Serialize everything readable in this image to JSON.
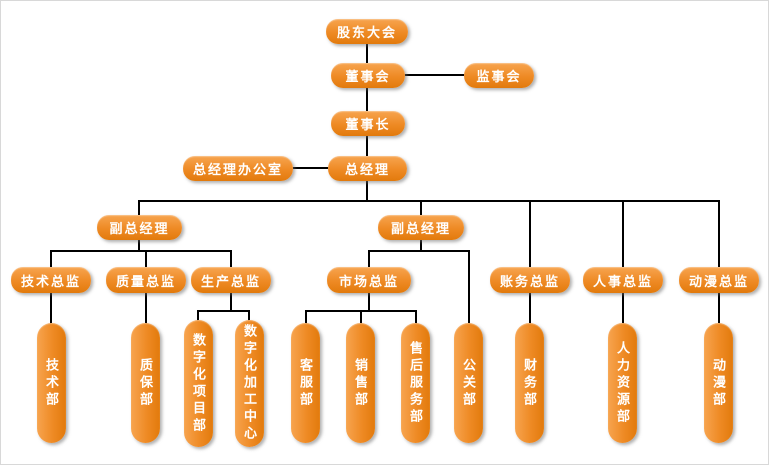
{
  "diagram_type": "org-chart",
  "colors": {
    "node_fill": "#ee8a24",
    "line": "#000000",
    "text": "#ffffff",
    "background": "#ffffff"
  },
  "nodes": {
    "shareholders": "股东大会",
    "board": "董事会",
    "supervisory": "监事会",
    "chairman": "董事长",
    "gm_office": "总经理办公室",
    "gm": "总经理",
    "deputy_gm_left": "副总经理",
    "deputy_gm_mid": "副总经理",
    "tech_director": "技术总监",
    "quality_director": "质量总监",
    "production_director": "生产总监",
    "market_director": "市场总监",
    "accounting_director": "账务总监",
    "hr_director": "人事总监",
    "animation_director": "动漫总监",
    "tech_dept": "技术部",
    "qa_dept": "质保部",
    "digital_project_dept": "数字化项目部",
    "digital_processing_center": "数字化加工中心",
    "customer_service_dept": "客服部",
    "sales_dept": "销售部",
    "after_sales_dept": "售后服务部",
    "pr_dept": "公关部",
    "finance_dept": "财务部",
    "hr_dept": "人力资源部",
    "animation_dept": "动漫部"
  },
  "edges": [
    [
      "shareholders",
      "board"
    ],
    [
      "board",
      "supervisory"
    ],
    [
      "board",
      "chairman"
    ],
    [
      "chairman",
      "gm"
    ],
    [
      "gm",
      "gm_office"
    ],
    [
      "gm",
      "deputy_gm_left"
    ],
    [
      "gm",
      "deputy_gm_mid"
    ],
    [
      "gm",
      "accounting_director"
    ],
    [
      "gm",
      "hr_director"
    ],
    [
      "gm",
      "animation_director"
    ],
    [
      "deputy_gm_left",
      "tech_director"
    ],
    [
      "deputy_gm_left",
      "quality_director"
    ],
    [
      "deputy_gm_left",
      "production_director"
    ],
    [
      "deputy_gm_mid",
      "market_director"
    ],
    [
      "deputy_gm_mid",
      "pr_dept"
    ],
    [
      "tech_director",
      "tech_dept"
    ],
    [
      "quality_director",
      "qa_dept"
    ],
    [
      "production_director",
      "digital_project_dept"
    ],
    [
      "production_director",
      "digital_processing_center"
    ],
    [
      "market_director",
      "customer_service_dept"
    ],
    [
      "market_director",
      "sales_dept"
    ],
    [
      "market_director",
      "after_sales_dept"
    ],
    [
      "accounting_director",
      "finance_dept"
    ],
    [
      "hr_director",
      "hr_dept"
    ],
    [
      "animation_director",
      "animation_dept"
    ]
  ]
}
